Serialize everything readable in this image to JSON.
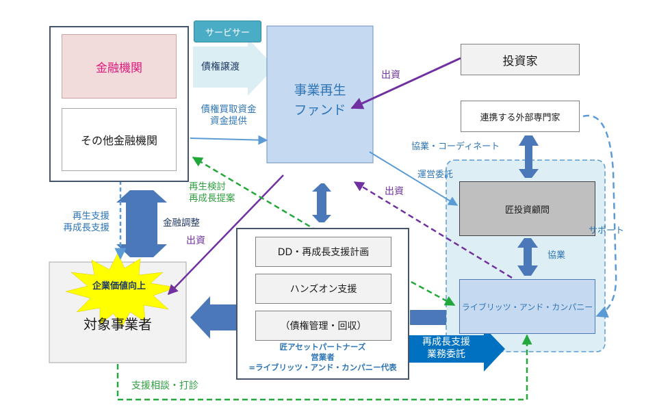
{
  "nodes": {
    "financial_institution": "金融機関",
    "other_financial_institutions": "その他金融機関",
    "servicer": "サービサー",
    "revitalization_fund": "事業再生\nファンド",
    "investor": "投資家",
    "external_experts": "連携する外部専門家",
    "takumi_advisory": "匠投資顧問",
    "libritz": "ライブリッツ・アンド・カンパニー",
    "dd_plan": "DD・再成長支援計画",
    "hands_on": "ハンズオン支援",
    "debt_management": "（債権管理・回収）",
    "takumi_asset_partners": "匠アセットパートナーズ\n営業者\n=ライブリッツ・アンド・カンパニー代表",
    "target_business": "対象事業者",
    "value_up_burst": "企業価値向上"
  },
  "edge_labels": {
    "debt_transfer": "債権譲渡",
    "debt_purchase_funding": "債権買取資金\n資金提供",
    "investment_top": "出資",
    "investment_mid": "出資",
    "investment_left": "出資",
    "business_coordinate": "協業・コーディネート",
    "operation_consignment": "運営委託",
    "revitalization_proposal": "再生検討\n再成長提案",
    "revitalization_support": "再生支援\n再成長支援",
    "financial_adjustment": "金融調整",
    "collaboration": "協業",
    "support": "サポート",
    "regrowth_consignment": "再成長支援\n業務委託",
    "consultation": "支援相談・打診"
  },
  "colors": {
    "blue_arrow": "#4a78b8",
    "light_blue_line": "#5b9bd5",
    "purple": "#7030a0",
    "green": "#22a83a",
    "fund_fill": "#c5d9f1",
    "cluster_fill": "#ddeef5",
    "pink_fill": "#f2dcdb",
    "pink_text": "#e0197d",
    "grey_fill": "#bfbfbf",
    "servicer_fill": "#4bacc6",
    "burst_fill": "#ffff00",
    "consign_arrow": "#0070c0"
  }
}
